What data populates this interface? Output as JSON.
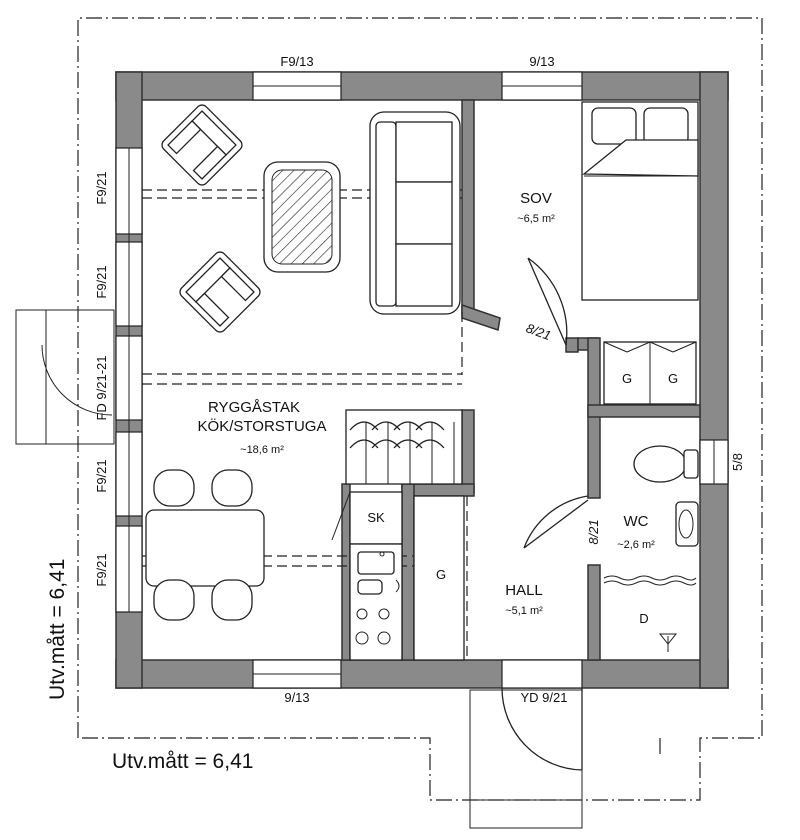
{
  "windows": {
    "top_left": "F9/13",
    "top_right": "9/13",
    "left_1": "F9/21",
    "left_2": "F9/21",
    "left_door": "FD 9/21-21",
    "left_3": "F9/21",
    "left_4": "F9/21",
    "bottom": "9/13",
    "right": "5/8",
    "entry": "YD 9/21"
  },
  "rooms": {
    "sov_name": "SOV",
    "sov_area": "~6,5 m²",
    "kitchen_line1": "RYGGÅSTAK",
    "kitchen_line2": "KÖK/STORSTUGA",
    "kitchen_area": "~18,6 m²",
    "wc_name": "WC",
    "wc_area": "~2,6 m²",
    "hall_name": "HALL",
    "hall_area": "~5,1 m²"
  },
  "doors": {
    "sov": "8/21",
    "wc": "8/21"
  },
  "fixtures": {
    "closet_1": "G",
    "closet_2": "G",
    "sk": "SK",
    "hall_closet": "G",
    "d": "D"
  },
  "dimensions": {
    "width": "Utv.mått = 6,41",
    "height": "Utv.mått = 6,41"
  }
}
